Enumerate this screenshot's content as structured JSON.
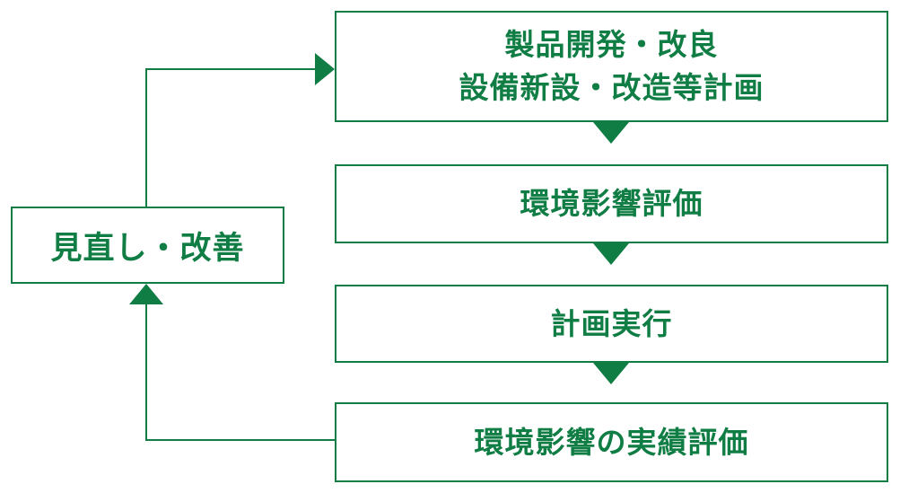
{
  "diagram": {
    "type": "flowchart",
    "accent_color": "#0f7d44",
    "background_color": "#ffffff",
    "left_box": {
      "label": "見直し・改善"
    },
    "steps": [
      {
        "lines": [
          "製品開発・改良",
          "設備新設・改造等計画"
        ]
      },
      {
        "lines": [
          "環境影響評価"
        ]
      },
      {
        "lines": [
          "計画実行"
        ]
      },
      {
        "lines": [
          "環境影響の実績評価"
        ]
      }
    ],
    "arrows": [
      {
        "name": "review-to-plan-arrow",
        "direction": "right"
      },
      {
        "name": "plan-to-assessment-arrow",
        "direction": "down"
      },
      {
        "name": "assessment-to-execution-arrow",
        "direction": "down"
      },
      {
        "name": "execution-to-results-arrow",
        "direction": "down"
      },
      {
        "name": "results-to-review-arrow",
        "direction": "up"
      }
    ]
  }
}
